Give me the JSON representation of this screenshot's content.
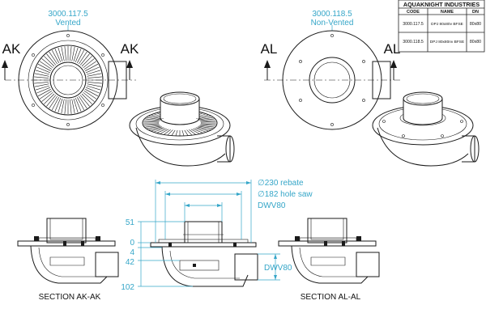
{
  "title_block": {
    "company": "AQUAKNIGHT INDUSTRIES",
    "headers": [
      "CODE",
      "NAME",
      "DN"
    ],
    "rows": [
      {
        "code": "3000.117.5",
        "name": "DPJ 80x80v BFSE",
        "dn": "80x80"
      },
      {
        "code": "3000.118.5",
        "name": "DPJ 80x80nv BFSE",
        "dn": "80x80"
      }
    ]
  },
  "views": {
    "vented": {
      "code": "3000.117.5",
      "label": "Vented",
      "section_mark": "AK"
    },
    "non_vented": {
      "code": "3000.118.5",
      "label": "Non-Vented",
      "section_mark": "AL"
    }
  },
  "sections": {
    "ak": "SECTION AK-AK",
    "al": "SECTION AL-AL"
  },
  "dimensions": {
    "rebate": "∅230 rebate",
    "hole_saw": "∅182 hole saw",
    "top_outlet": "DWV80",
    "side_outlet": "DWV80",
    "levels": [
      "51",
      "0",
      "4",
      "42",
      "102"
    ]
  },
  "colors": {
    "dimension": "#35a6c8",
    "line": "#1a1a1a"
  }
}
